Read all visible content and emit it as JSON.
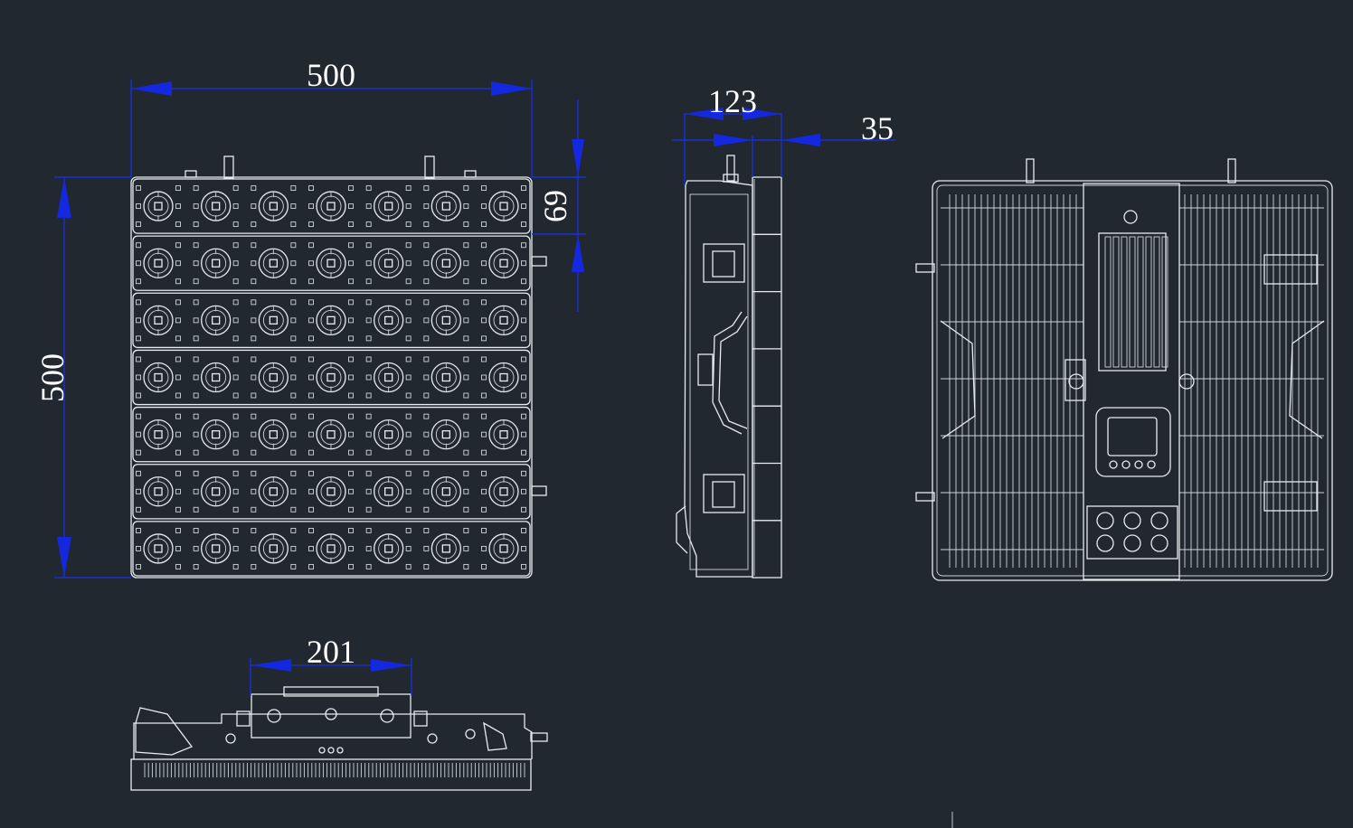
{
  "colors": {
    "background": "#212830",
    "outline": "#e8ecf0",
    "dimension_line": "#1a2fd6",
    "dimension_text": "#ffffff"
  },
  "dimensions": {
    "front_width": "500",
    "front_height": "500",
    "module_height": "69",
    "side_depth": "123",
    "side_offset": "35",
    "bottom_width": "201"
  },
  "front_view": {
    "module_rows": 7,
    "lenses_per_row": 7
  }
}
